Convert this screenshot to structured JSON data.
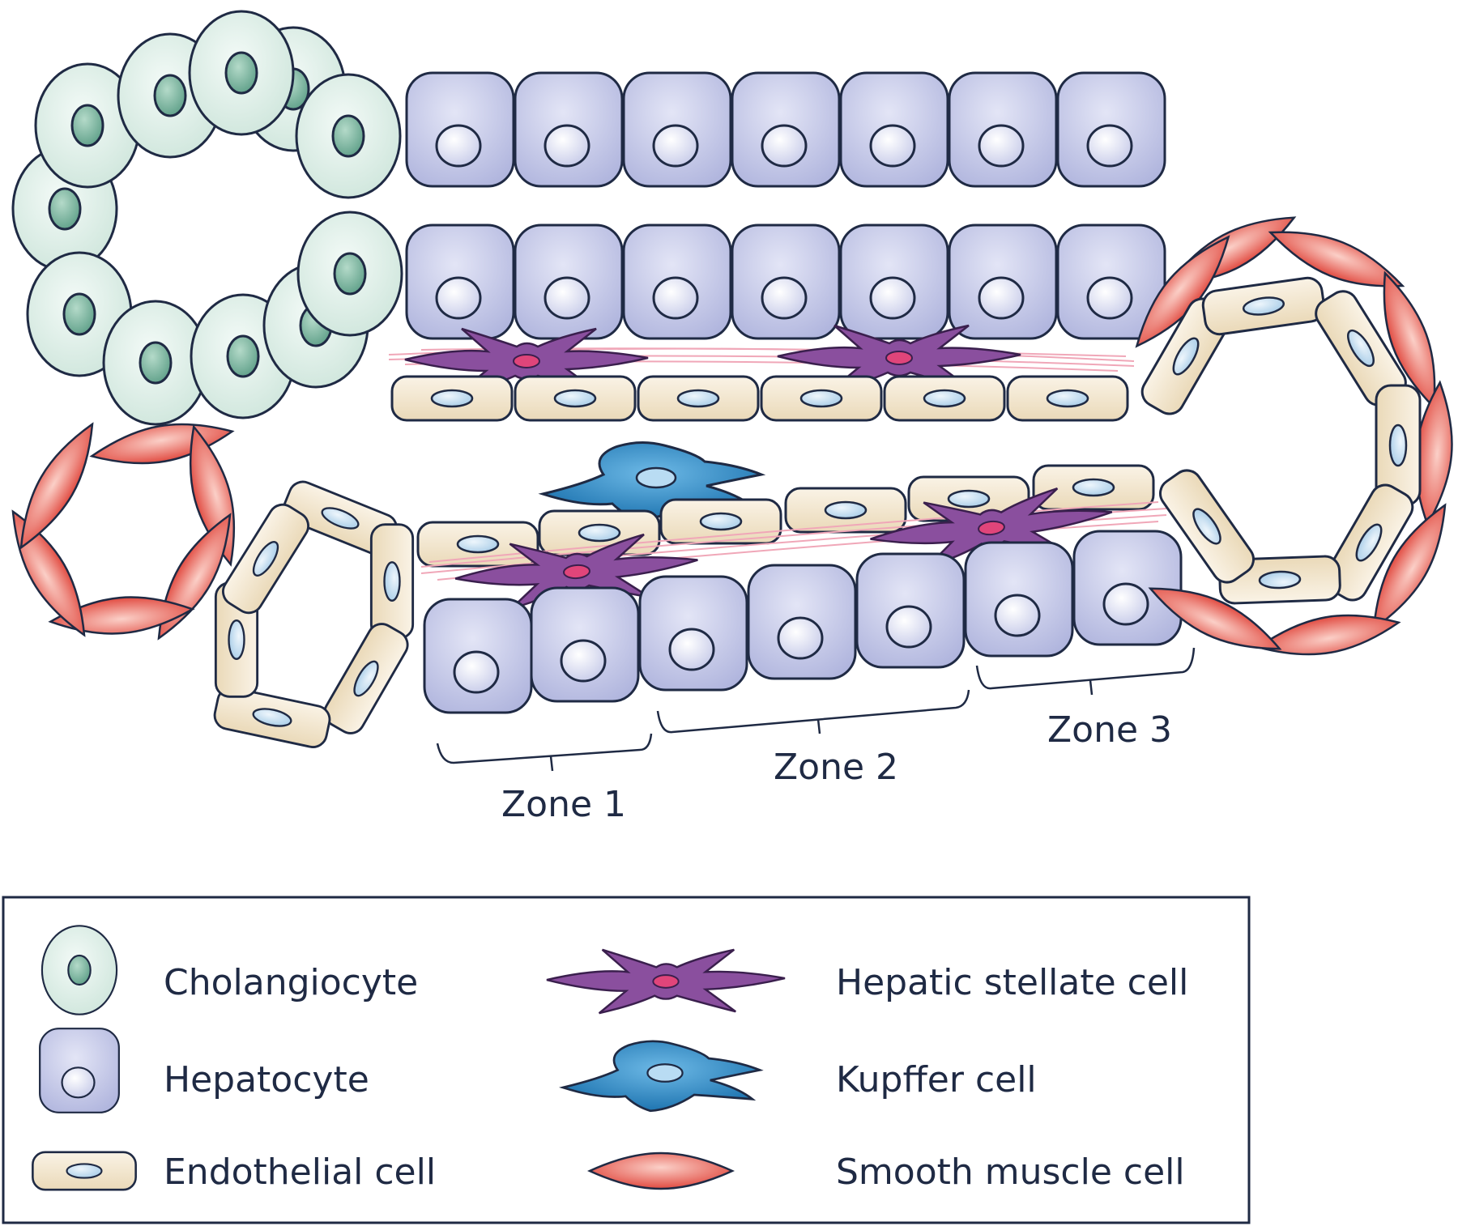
{
  "zones": [
    {
      "id": "zone-1",
      "label": "Zone 1"
    },
    {
      "id": "zone-2",
      "label": "Zone 2"
    },
    {
      "id": "zone-3",
      "label": "Zone 3"
    }
  ],
  "legend": {
    "items": [
      {
        "icon": "cholangiocyte-icon",
        "label": "Cholangiocyte"
      },
      {
        "icon": "hepatocyte-icon",
        "label": "Hepatocyte"
      },
      {
        "icon": "endothelial-cell-icon",
        "label": "Endothelial cell"
      },
      {
        "icon": "hepatic-stellate-cell-icon",
        "label": "Hepatic stellate cell"
      },
      {
        "icon": "kupffer-cell-icon",
        "label": "Kupffer cell"
      },
      {
        "icon": "smooth-muscle-cell-icon",
        "label": "Smooth muscle cell"
      }
    ]
  },
  "colors": {
    "outline": "#1f2a44",
    "cholangiocyte_fill": "#e4f1ec",
    "cholangiocyte_nucleus": "#7fb8a4",
    "hepatocyte_fill": "#c9cdea",
    "hepatocyte_nucleus": "#e9eaf7",
    "endothelial_fill": "#f3e8d2",
    "endothelial_nucleus": "#cfe3f3",
    "stellate_fill": "#8a4f9e",
    "stellate_nucleus": "#e0457a",
    "kupffer_fill": "#2f89c3",
    "smooth_muscle_fill": "#e8524a",
    "collagen_fibers": "#f0a7b8"
  }
}
